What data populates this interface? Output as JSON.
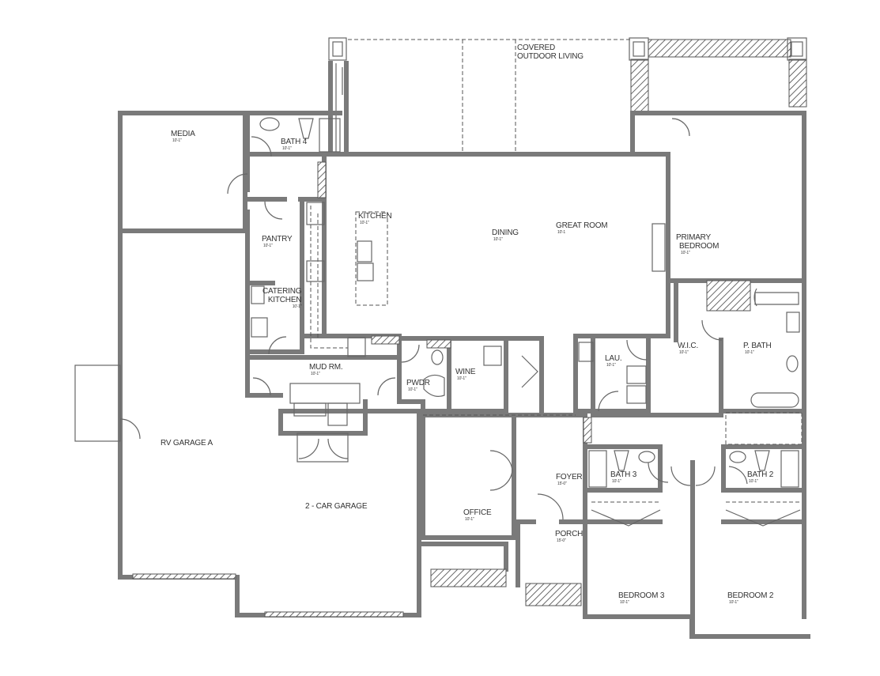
{
  "rooms": {
    "outdoor": {
      "name_1": "COVERED",
      "name_2": "OUTDOOR LIVING"
    },
    "media": {
      "name": "MEDIA",
      "ceiling": "10'-1\""
    },
    "bath4": {
      "name": "BATH 4",
      "ceiling": "10'-1\""
    },
    "kitchen": {
      "name": "KITCHEN",
      "ceiling": "10'-1\""
    },
    "pantry": {
      "name": "PANTRY",
      "ceiling": "10'-1\""
    },
    "catering": {
      "name_1": "CATERING",
      "name_2": "KITCHEN",
      "ceiling": "10'-1\""
    },
    "dining": {
      "name": "DINING",
      "ceiling": "10'-1\""
    },
    "great_room": {
      "name": "GREAT ROOM",
      "ceiling": "10'-1"
    },
    "primary_bedroom": {
      "name_1": "PRIMARY",
      "name_2": "BEDROOM",
      "ceiling": "10'-1\""
    },
    "mud_room": {
      "name": "MUD RM.",
      "ceiling": "10'-1\""
    },
    "powder": {
      "name": "PWDR",
      "ceiling": "10'-1\""
    },
    "wine": {
      "name": "WINE",
      "ceiling": "10'-1\""
    },
    "laundry": {
      "name": "LAU.",
      "ceiling": "10'-1\""
    },
    "wic": {
      "name": "W.I.C.",
      "ceiling": "10'-1\""
    },
    "primary_bath": {
      "name": "P. BATH",
      "ceiling": "10'-1\""
    },
    "rv_garage": {
      "name": "RV GARAGE A"
    },
    "garage": {
      "name": "2 - CAR GARAGE"
    },
    "office": {
      "name": "OFFICE",
      "ceiling": "10'-1\""
    },
    "foyer": {
      "name": "FOYER",
      "ceiling": "15'-0\""
    },
    "bath3": {
      "name": "BATH 3",
      "ceiling": "10'-1\""
    },
    "bath2": {
      "name": "BATH 2",
      "ceiling": "10'-1\""
    },
    "porch": {
      "name": "PORCH",
      "ceiling": "15'-0\""
    },
    "bedroom3": {
      "name": "BEDROOM 3",
      "ceiling": "10'-1\""
    },
    "bedroom2": {
      "name": "BEDROOM 2",
      "ceiling": "10'-1\""
    }
  },
  "colors": {
    "wall": "#7a7a7a",
    "line": "#555555",
    "background": "#ffffff"
  }
}
